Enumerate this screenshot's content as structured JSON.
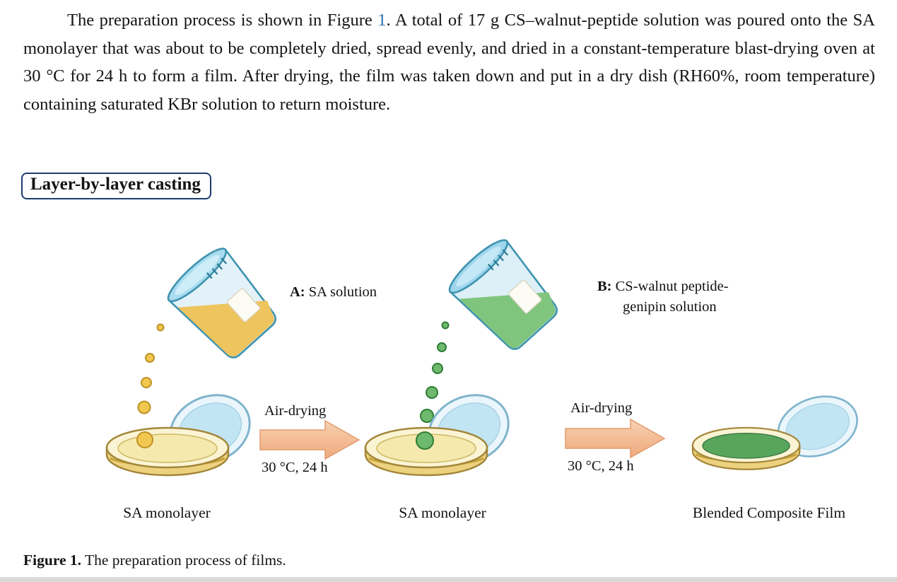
{
  "page": {
    "paragraph": {
      "before_link": "The preparation process is shown in Figure ",
      "figure_link": "1",
      "after_link": ". A total of 17 g CS–walnut-peptide solution was poured onto the SA monolayer that was about to be completely dried, spread evenly, and dried in a constant-temperature blast-drying oven at 30 °C for 24 h to form a film. After drying, the film was taken down and put in a dry dish (RH60%, room temperature) containing saturated KBr solution to return moisture."
    },
    "section_box_label": "Layer-by-layer casting",
    "figure": {
      "beaker_a": {
        "prefix": "A:",
        "label": " SA solution"
      },
      "beaker_b": {
        "prefix": "B:",
        "line1": " CS-walnut peptide-",
        "line2": "genipin solution"
      },
      "step1": {
        "label_top": "Air-drying",
        "label_bottom": "30 °C, 24 h"
      },
      "step2": {
        "label_top": "Air-drying",
        "label_bottom": "30 °C, 24 h"
      },
      "dish_labels": [
        "SA monolayer",
        "SA monolayer",
        "Blended Composite Film"
      ]
    },
    "caption": {
      "label": "Figure 1.",
      "text": " The preparation process of films."
    },
    "colors": {
      "reference_link_blue": "#2c6fad",
      "section_box_border": "#1d3c6e",
      "arrow_peach": "#f2b68c",
      "sa_solution_yellow": "#eec45f",
      "cs_genipin_green": "#7fc57e",
      "petri_lid_blue": "#c2e5f4",
      "dish_interior_cream": "#f5e9ae",
      "composite_film_green": "#58a55c"
    }
  }
}
